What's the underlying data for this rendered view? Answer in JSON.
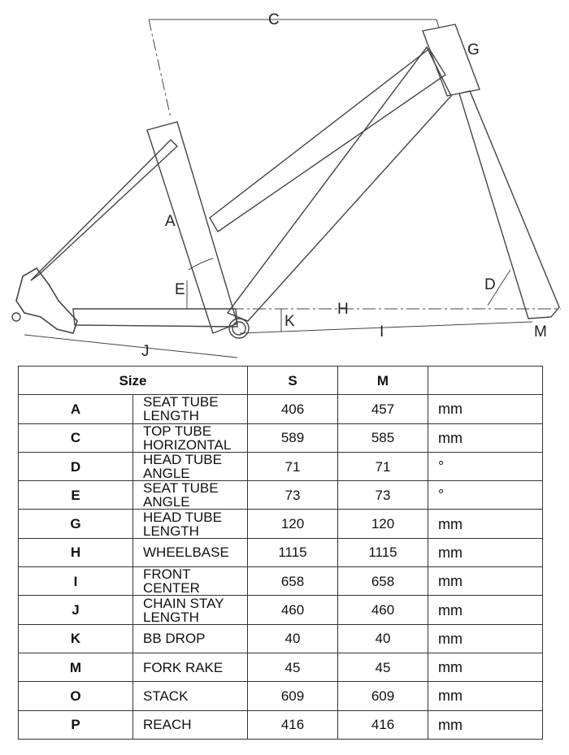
{
  "diagram": {
    "labels": {
      "A": "A",
      "C": "C",
      "D": "D",
      "E": "E",
      "G": "G",
      "H": "H",
      "I": "I",
      "J": "J",
      "K": "K",
      "M": "M"
    }
  },
  "table": {
    "header": {
      "size": "Size",
      "s": "S",
      "m": "M"
    },
    "rows": [
      {
        "letter": "A",
        "name": "SEAT TUBE LENGTH",
        "s": "406",
        "m": "457",
        "unit": "mm"
      },
      {
        "letter": "C",
        "name": "TOP TUBE HORIZONTAL",
        "s": "589",
        "m": "585",
        "unit": "mm"
      },
      {
        "letter": "D",
        "name": "HEAD TUBE ANGLE",
        "s": "71",
        "m": "71",
        "unit": "°"
      },
      {
        "letter": "E",
        "name": "SEAT TUBE ANGLE",
        "s": "73",
        "m": "73",
        "unit": "°"
      },
      {
        "letter": "G",
        "name": "HEAD TUBE LENGTH",
        "s": "120",
        "m": "120",
        "unit": "mm"
      },
      {
        "letter": "H",
        "name": "WHEELBASE",
        "s": "1115",
        "m": "1115",
        "unit": "mm"
      },
      {
        "letter": "I",
        "name": "FRONT CENTER",
        "s": "658",
        "m": "658",
        "unit": "mm"
      },
      {
        "letter": "J",
        "name": "CHAIN STAY LENGTH",
        "s": "460",
        "m": "460",
        "unit": "mm"
      },
      {
        "letter": "K",
        "name": "BB DROP",
        "s": "40",
        "m": "40",
        "unit": "mm"
      },
      {
        "letter": "M",
        "name": "FORK RAKE",
        "s": "45",
        "m": "45",
        "unit": "mm"
      },
      {
        "letter": "O",
        "name": "STACK",
        "s": "609",
        "m": "609",
        "unit": "mm"
      },
      {
        "letter": "P",
        "name": "REACH",
        "s": "416",
        "m": "416",
        "unit": "mm"
      }
    ]
  }
}
